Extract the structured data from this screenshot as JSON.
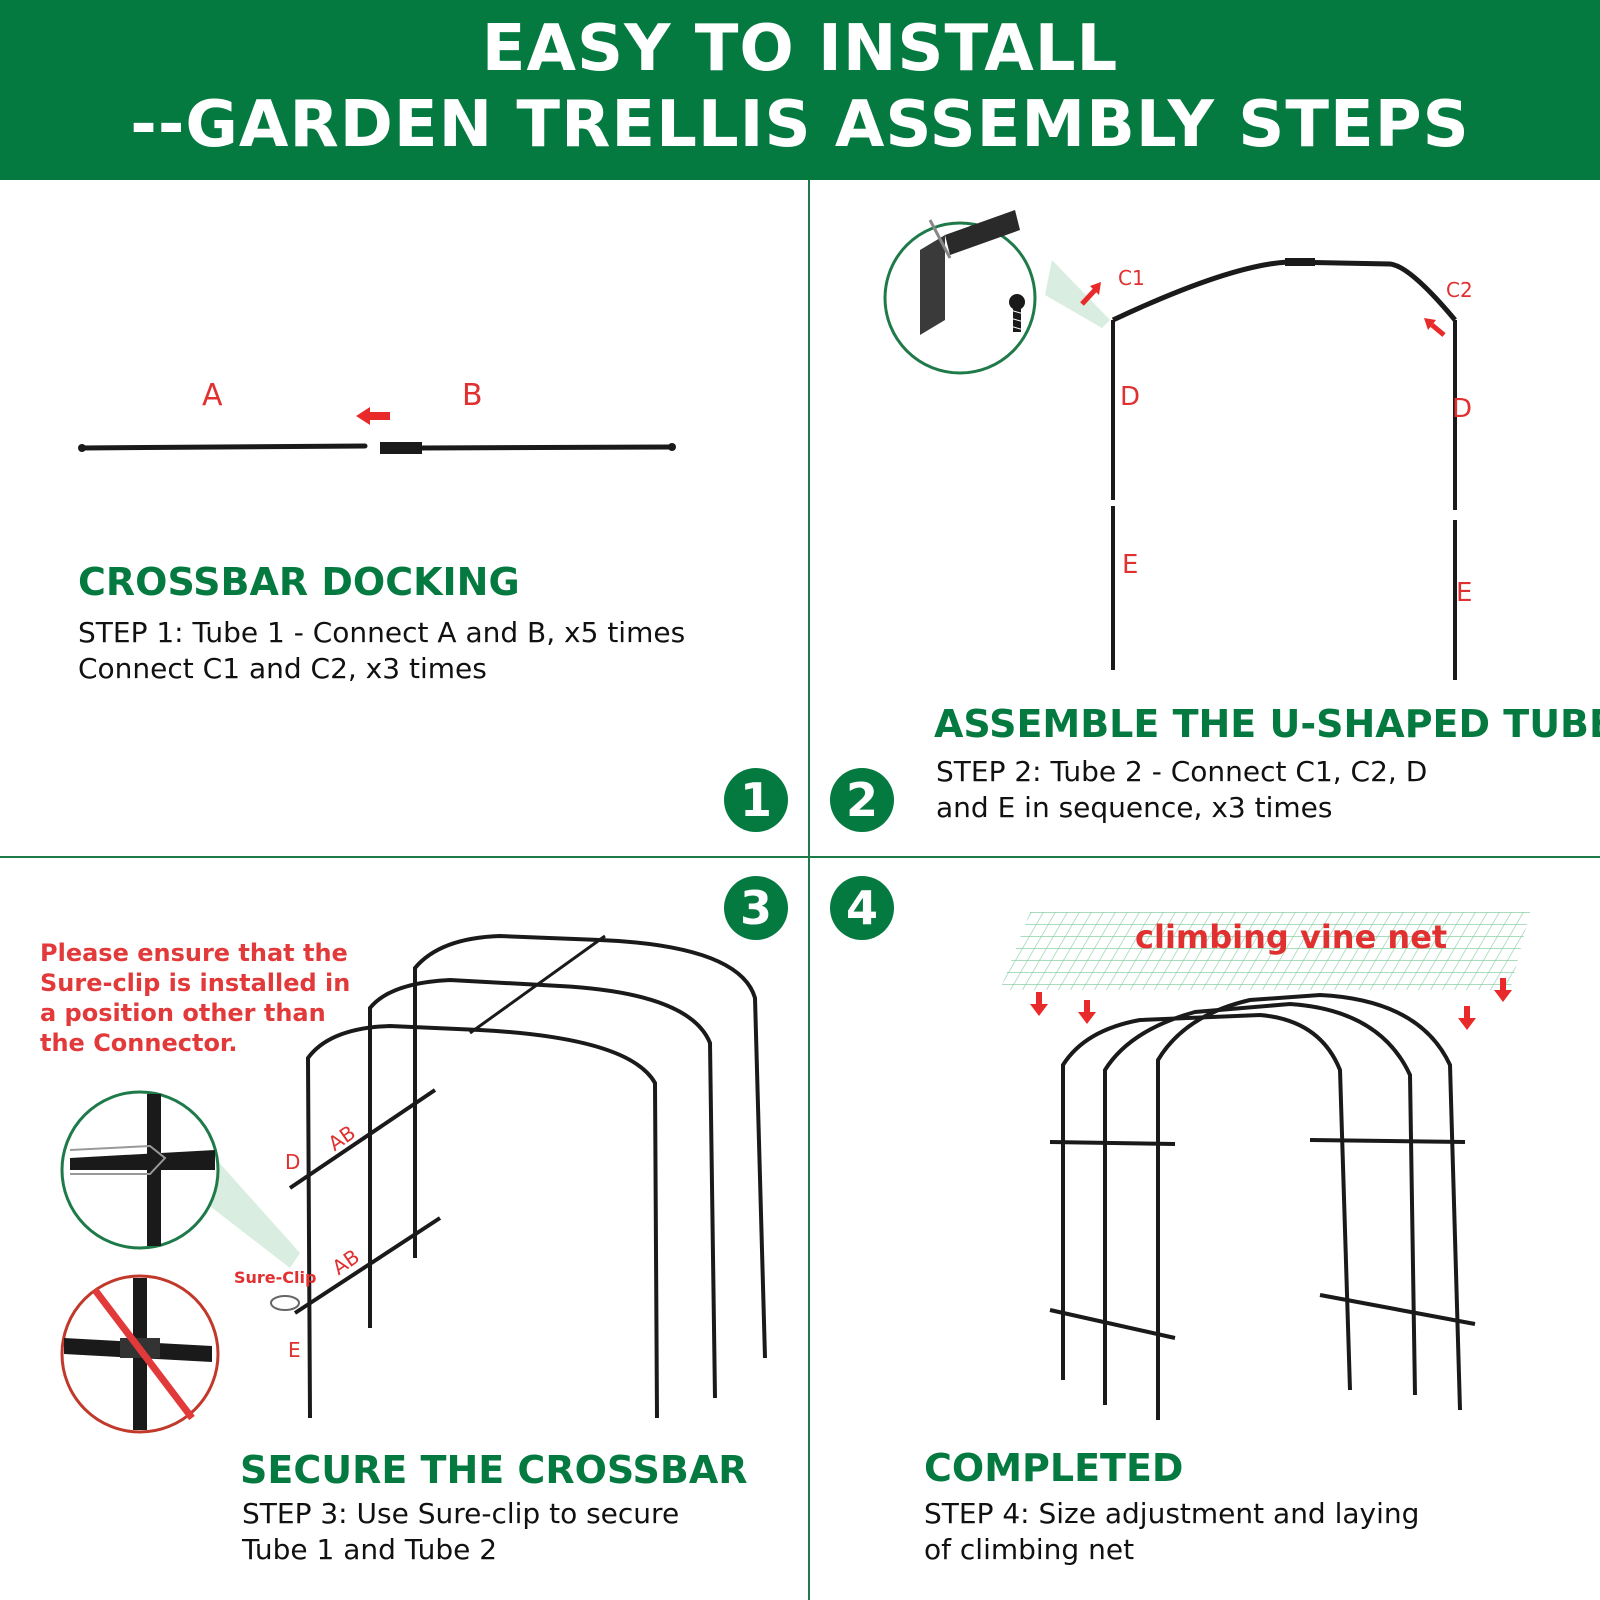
{
  "header": {
    "line1": "EASY TO INSTALL",
    "line2": "--GARDEN TRELLIS ASSEMBLY STEPS",
    "bg_color": "#047a40"
  },
  "step1": {
    "badge": "1",
    "title": "CROSSBAR DOCKING",
    "line1": "STEP 1: Tube 1 - Connect A and B, x5 times",
    "line2": "Connect C1 and C2, x3 times",
    "labels": {
      "a": "A",
      "b": "B"
    }
  },
  "step2": {
    "badge": "2",
    "title": "ASSEMBLE THE U-SHAPED TUBE",
    "line1": "STEP 2: Tube 2 - Connect C1, C2, D",
    "line2": "and E in sequence, x3 times",
    "labels": {
      "c1": "C1",
      "c2": "C2",
      "d": "D",
      "e": "E"
    }
  },
  "step3": {
    "badge": "3",
    "title": "SECURE THE CROSSBAR",
    "line1": "STEP 3: Use Sure-clip to secure",
    "line2": "Tube 1 and Tube 2",
    "warning": [
      "Please ensure that the",
      "Sure-clip is installed in",
      "a position other than",
      "the Connector."
    ],
    "labels": {
      "ab": "AB",
      "d": "D",
      "e": "E",
      "sureclip": "Sure-Clip"
    }
  },
  "step4": {
    "badge": "4",
    "title": "COMPLETED",
    "line1": "STEP 4: Size adjustment and laying",
    "line2": "of climbing net",
    "net_label": "climbing vine net"
  },
  "colors": {
    "accent_green": "#047a40",
    "label_red": "#e03030",
    "tube": "#1a1a1a"
  },
  "icons": [
    "arrow-left-icon",
    "screw-icon",
    "arrow-down-icon",
    "prohibited-icon"
  ]
}
